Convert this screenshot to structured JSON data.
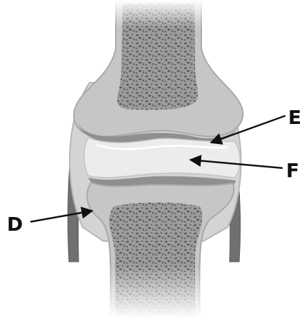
{
  "labels": {
    "d": "D",
    "e": "E",
    "f": "F"
  },
  "colors": {
    "bone": "#c9c9c9",
    "bone_spongy": "#9a9a9a",
    "bone_pores": "#5f5f5f",
    "cartilage": "#dcdcdc",
    "capsule": "#d6d6d6",
    "ligament": "#6e6e6e",
    "joint_cavity": "#ececec",
    "arrow": "#111111"
  }
}
